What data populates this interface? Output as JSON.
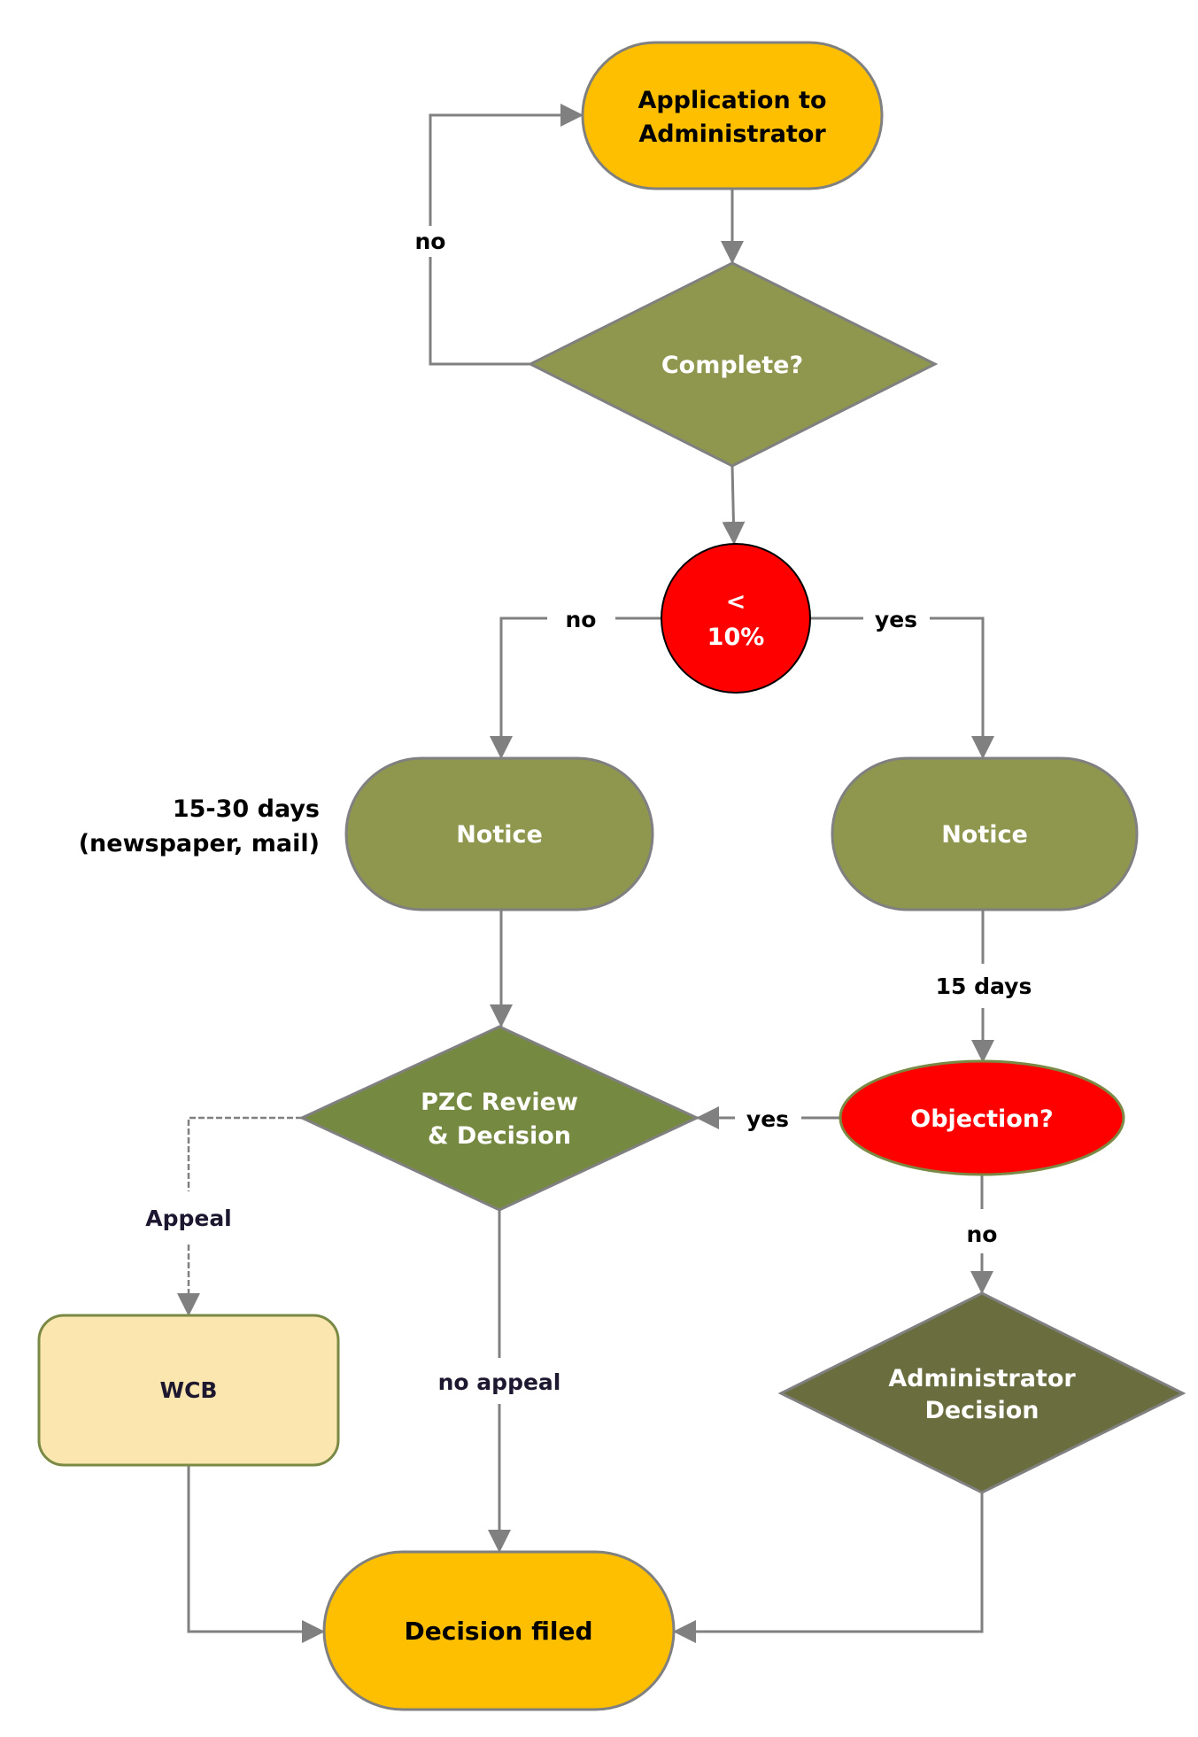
{
  "colors": {
    "terminal_fill": "#fdbf00",
    "process_fill": "#8f964e",
    "decision_fill": "#8f964e",
    "pzc_fill": "#768940",
    "admin_fill": "#6a6d3e",
    "red_fill": "#ff0000",
    "wcb_fill": "#fae6ae",
    "wcb_stroke": "#7a8a45",
    "connector": "#808080",
    "label_dark": "#1d1730"
  },
  "nodes": {
    "application": {
      "line1": "Application to",
      "line2": "Administrator"
    },
    "complete": {
      "label": "Complete?"
    },
    "threshold": {
      "line1": "<",
      "line2": "10%"
    },
    "notice_left": {
      "label": "Notice"
    },
    "notice_right": {
      "label": "Notice"
    },
    "pzc": {
      "line1": "PZC Review",
      "line2": "& Decision"
    },
    "objection": {
      "label": "Objection?"
    },
    "admin_decision": {
      "line1": "Administrator",
      "line2": "Decision"
    },
    "wcb": {
      "label": "WCB"
    },
    "decision_filed": {
      "label": "Decision filed"
    }
  },
  "edge_labels": {
    "complete_no": "no",
    "threshold_no": "no",
    "threshold_yes": "yes",
    "notice_left_note_line1": "15-30 days",
    "notice_left_note_line2": "(newspaper, mail)",
    "notice_right_days": "15 days",
    "objection_yes": "yes",
    "objection_no": "no",
    "appeal": "Appeal",
    "no_appeal": "no appeal"
  }
}
